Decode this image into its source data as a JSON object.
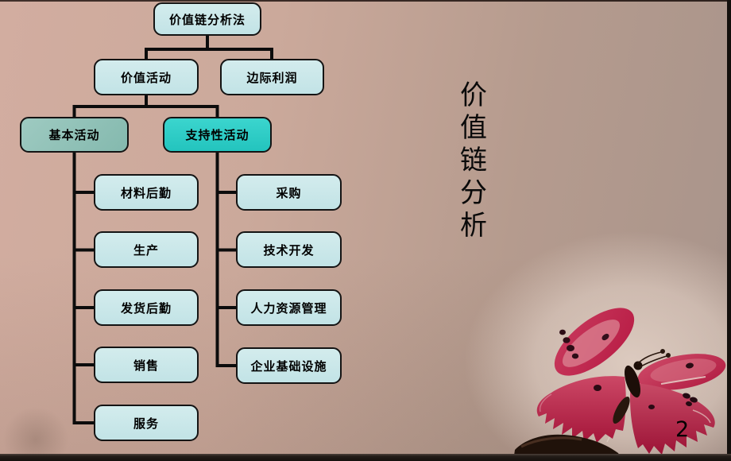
{
  "slide": {
    "vertical_title": "价值链分析",
    "page_number": "2"
  },
  "diagram": {
    "root": "价值链分析法",
    "value_activities": "价值活动",
    "marginal_profit": "边际利润",
    "basic_activities": "基本活动",
    "support_activities": "支持性活动",
    "basic_children": [
      "材料后勤",
      "生产",
      "发货后勤",
      "销售",
      "服务"
    ],
    "support_children": [
      "采购",
      "技术开发",
      "人力资源管理",
      "企业基础设施"
    ]
  },
  "colors": {
    "slide_bg_left": "#d0aca0",
    "slide_bg_right": "#a8948b",
    "node_fill": "#c8e7ea",
    "basic_node_fill": "#8fc1b7",
    "support_node_fill": "#2ecdc7",
    "connector": "#0c0c0c",
    "butterfly_accent": "#c22048"
  },
  "decor": {
    "butterfly_image": "pink butterfly perched on a fingertip"
  }
}
